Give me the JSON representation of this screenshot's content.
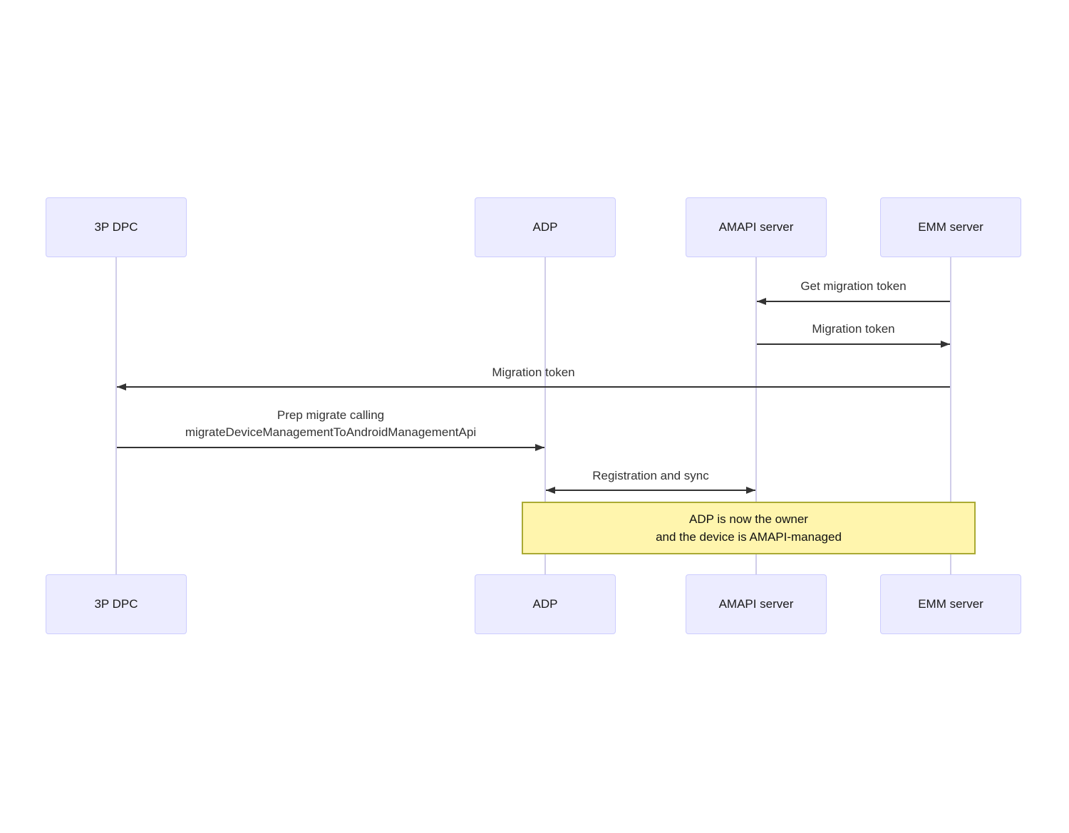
{
  "diagram": {
    "type": "sequence-diagram",
    "actors": [
      {
        "id": "3p-dpc",
        "label": "3P DPC"
      },
      {
        "id": "adp",
        "label": "ADP"
      },
      {
        "id": "amapi-server",
        "label": "AMAPI server"
      },
      {
        "id": "emm-server",
        "label": "EMM server"
      }
    ],
    "messages": [
      {
        "label": "Get migration token",
        "from": "EMM server",
        "to": "AMAPI server",
        "direction": "left"
      },
      {
        "label": "Migration token",
        "from": "AMAPI server",
        "to": "EMM server",
        "direction": "right"
      },
      {
        "label": "Migration token",
        "from": "EMM server",
        "to": "3P DPC",
        "direction": "left"
      },
      {
        "label_line1": "Prep migrate calling",
        "label_line2": "migrateDeviceManagementToAndroidManagementApi",
        "from": "3P DPC",
        "to": "ADP",
        "direction": "right"
      },
      {
        "label": "Registration and sync",
        "from": "ADP",
        "to": "AMAPI server",
        "direction": "both"
      }
    ],
    "note": {
      "line1": "ADP is now the owner",
      "line2": "and the device is AMAPI-managed",
      "spans": "ADP to EMM server"
    },
    "colors": {
      "actor_fill": "#ECECFF",
      "actor_border": "#CCCCFF",
      "lifeline": "#D0CDE9",
      "message": "#333333",
      "note_fill": "#FFF5AD",
      "note_border": "#AAAA33"
    }
  }
}
